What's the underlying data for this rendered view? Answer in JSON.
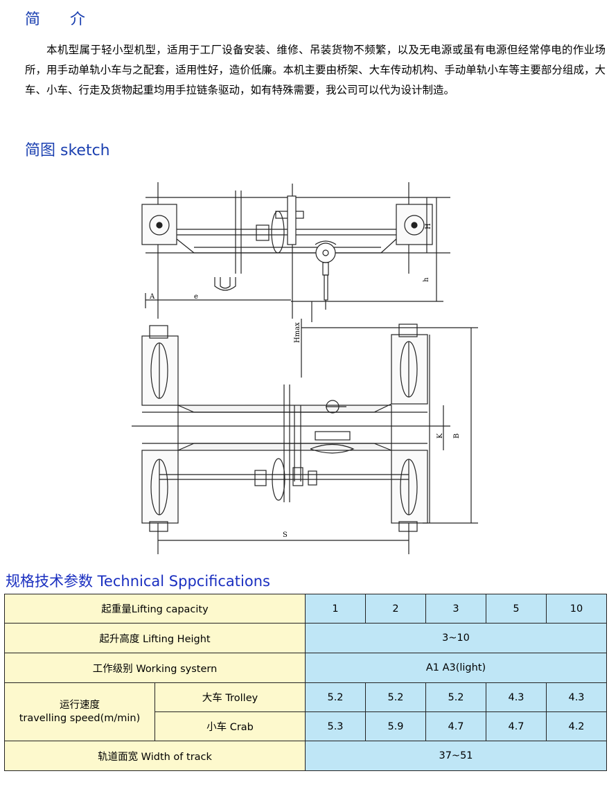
{
  "intro": {
    "title": "简 介",
    "body": "本机型属于轻小型机型，适用于工厂设备安装、维修、吊装货物不频繁，以及无电源或虽有电源但经常停电的作业场所，用手动单轨小车与之配套，适用性好，造价低廉。本机主要由桥架、大车传动机构、手动单轨小车等主要部分组成，大车、小车、行走及货物起重均用手拉链条驱动，如有特殊需要，我公司可以代为设计制造。"
  },
  "sketch": {
    "title": "简图 sketch",
    "labels": {
      "A": "A",
      "e": "e",
      "H": "H",
      "h": "h",
      "Hmax": "Hmax",
      "K": "K",
      "B": "B",
      "S": "S"
    }
  },
  "spec": {
    "title": "规格技术参数 Technical Sppcifications",
    "rows": {
      "capacity": {
        "label": "起重量Lifting capacity",
        "values": [
          "1",
          "2",
          "3",
          "5",
          "10"
        ]
      },
      "height": {
        "label": "起升高度 Lifting Height",
        "value": "3~10"
      },
      "class": {
        "label": "工作级别 Working systern",
        "value": "A1  A3(light)"
      },
      "speed": {
        "label_cn": "运行速度",
        "label_en": "travelling speed(m/min)",
        "trolley": {
          "label": "大车 Trolley",
          "values": [
            "5.2",
            "5.2",
            "5.2",
            "4.3",
            "4.3"
          ]
        },
        "crab": {
          "label": "小车  Crab",
          "values": [
            "5.3",
            "5.9",
            "4.7",
            "4.7",
            "4.2"
          ]
        }
      },
      "track": {
        "label": "轨道面宽 Width of track",
        "value": "37~51"
      }
    }
  }
}
